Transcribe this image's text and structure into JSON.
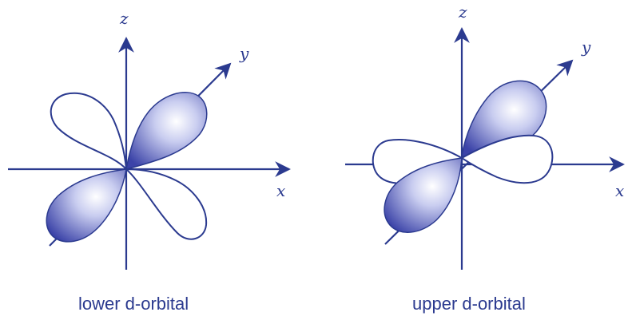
{
  "diagrams": [
    {
      "caption": "lower d-orbital",
      "axes": {
        "x": "x",
        "y": "y",
        "z": "z"
      }
    },
    {
      "caption": "upper d-orbital",
      "axes": {
        "x": "x",
        "y": "y",
        "z": "z"
      }
    }
  ],
  "colors": {
    "axis": "#2b3a8f",
    "lobe_dark": "#3b43a8",
    "lobe_light": "#ffffff"
  }
}
